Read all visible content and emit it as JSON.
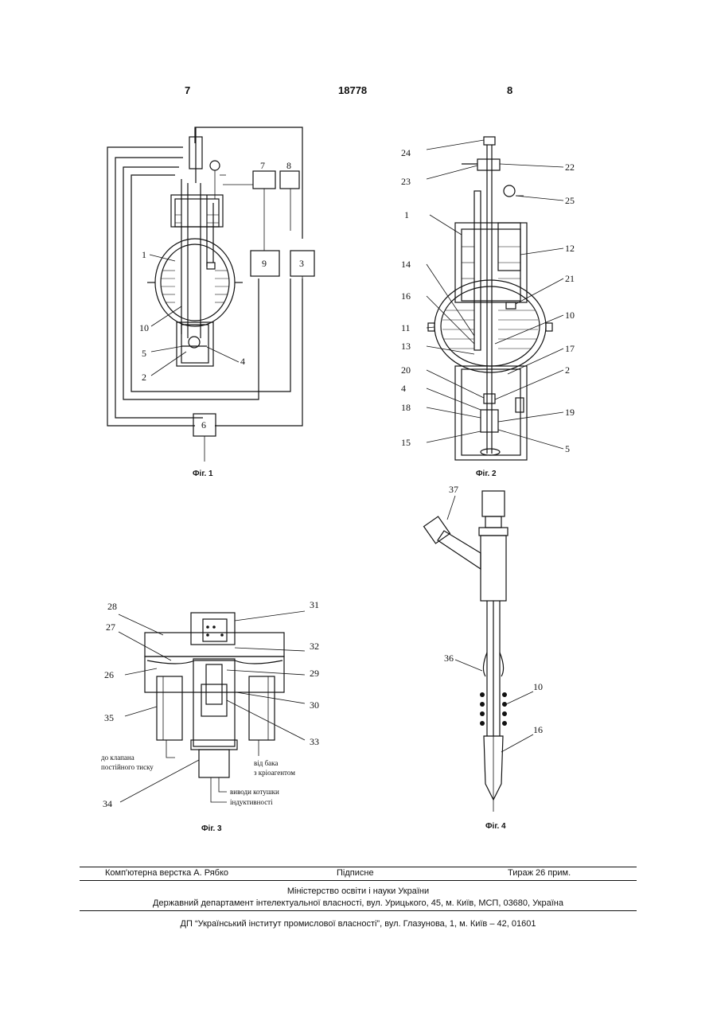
{
  "header": {
    "left_page": "7",
    "patent_number": "18778",
    "right_page": "8"
  },
  "figures": {
    "fig1": {
      "caption": "Фіг. 1",
      "labels": [
        "1",
        "10",
        "5",
        "2",
        "4",
        "7",
        "8",
        "9",
        "3",
        "6"
      ]
    },
    "fig2": {
      "caption": "Фіг. 2",
      "labels": [
        "24",
        "23",
        "22",
        "25",
        "1",
        "12",
        "21",
        "14",
        "16",
        "10",
        "11",
        "13",
        "17",
        "20",
        "2",
        "4",
        "18",
        "19",
        "15",
        "5"
      ]
    },
    "fig3": {
      "caption": "Фіг. 3",
      "labels": [
        "28",
        "31",
        "27",
        "32",
        "26",
        "29",
        "30",
        "35",
        "33",
        "34"
      ],
      "notes": {
        "to_valve_1": "до клапана",
        "to_valve_2": "постійного тиску",
        "from_tank_1": "від бака",
        "from_tank_2": "з кріоагентом",
        "coil_leads_1": "виводи котушки",
        "coil_leads_2": "індуктивності"
      }
    },
    "fig4": {
      "caption": "Фіг. 4",
      "labels": [
        "37",
        "36",
        "10",
        "16"
      ]
    }
  },
  "footer": {
    "layout": "Комп'ютерна верстка А. Рябко",
    "signed": "Підписне",
    "circulation": "Тираж 26 прим.",
    "ministry": "Міністерство освіти і науки України",
    "department": "Державний департамент інтелектуальної власності, вул. Урицького, 45, м. Київ, МСП, 03680, Україна",
    "institute": "ДП “Український інститут промислової власності”, вул. Глазунова, 1, м. Київ – 42, 01601"
  }
}
